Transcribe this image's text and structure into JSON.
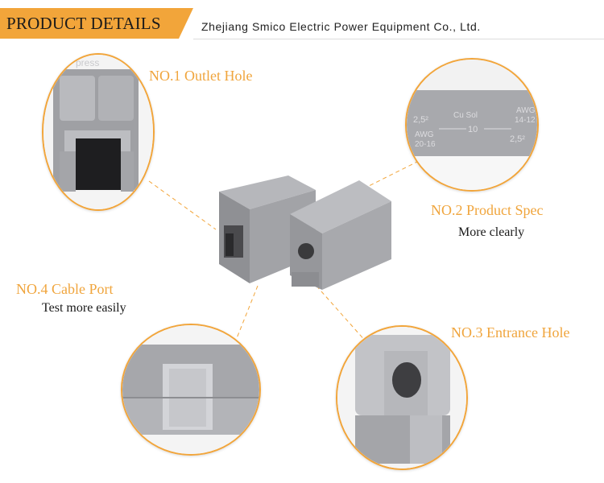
{
  "header": {
    "title": "PRODUCT DETAILS",
    "company": "Zhejiang Smico Electric Power Equipment Co., Ltd."
  },
  "callouts": {
    "outlet": {
      "label": "NO.1 Outlet Hole",
      "press_text": "press"
    },
    "spec": {
      "label": "NO.2 Product Spec",
      "sub": "More clearly",
      "markings": {
        "left_top": "2,5²",
        "cu_sol": "Cu Sol",
        "length": "10",
        "awg_right": "AWG",
        "awg_right_range": "14-12",
        "awg_left": "AWG",
        "awg_left_range": "20-16",
        "right_bottom": "2,5²"
      }
    },
    "entrance": {
      "label": "NO.3 Entrance Hole"
    },
    "cable": {
      "label": "NO.4 Cable Port",
      "sub": "Test more easily"
    }
  },
  "colors": {
    "accent": "#f2a53a",
    "label": "#f0a53d",
    "product_gray": "#a9a9ad"
  }
}
